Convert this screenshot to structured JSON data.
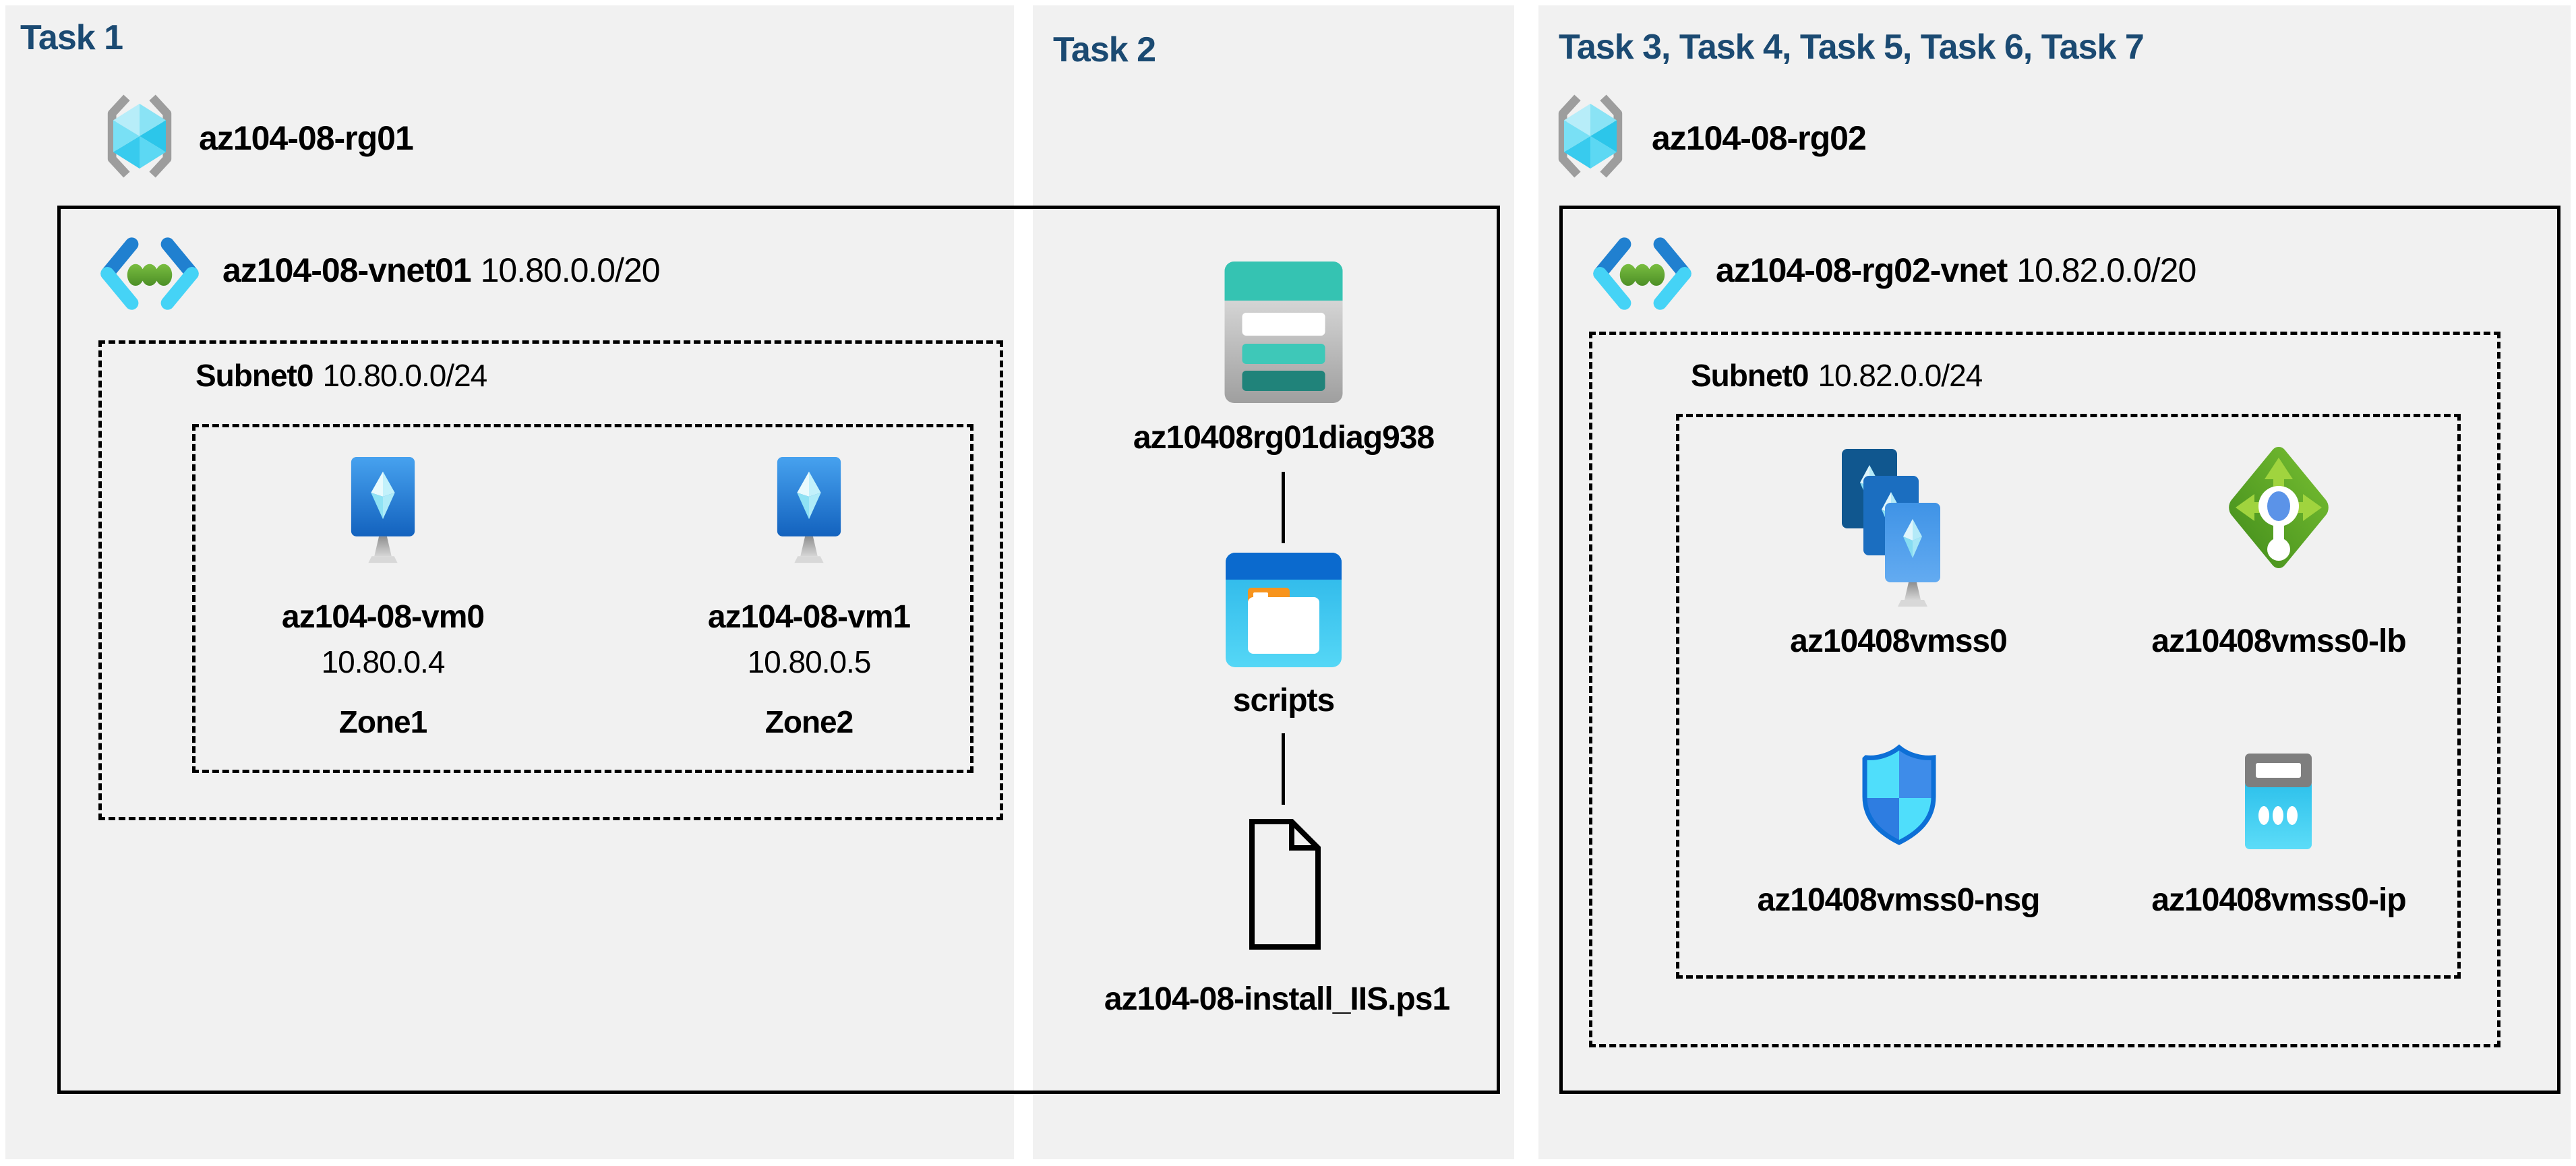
{
  "colors": {
    "header_blue": "#1b4a72",
    "column_bg": "#f1f1f1",
    "border_black": "#000000",
    "vnet_blue": "#2080d0",
    "vnet_cyan": "#45d3f6",
    "vnet_green": "#6ab137",
    "vm_blue_top": "#429bee",
    "vm_blue_bottom": "#1362be",
    "storage_teal": "#35c3b2",
    "container_blue": "#0b6ace",
    "container_cyan": "#2ab7ea",
    "folder_orange": "#f7941d",
    "lb_green": "#5aa423",
    "lb_arrow_green": "#a0d43e",
    "nsg_cyan": "#4fdefb",
    "nsg_blue": "#3e8ce9",
    "nsg_outline": "#0d6fd6",
    "ip_gray": "#7e7e7e",
    "ip_cyan": "#2cc0eb"
  },
  "tasks": {
    "task1": {
      "header": "Task 1",
      "resource_group": "az104-08-rg01",
      "vnet": {
        "name": "az104-08-vnet01",
        "cidr": "10.80.0.0/20"
      },
      "subnet": {
        "name": "Subnet0",
        "cidr": "10.80.0.0/24"
      },
      "vms": [
        {
          "name": "az104-08-vm0",
          "ip": "10.80.0.4",
          "zone": "Zone1"
        },
        {
          "name": "az104-08-vm1",
          "ip": "10.80.0.5",
          "zone": "Zone2"
        }
      ]
    },
    "task2": {
      "header": "Task 2",
      "storage_account": "az10408rg01diag938",
      "container": "scripts",
      "file": "az104-08-install_IIS.ps1"
    },
    "task3": {
      "header": "Task 3, Task 4, Task 5, Task 6, Task 7",
      "resource_group": "az104-08-rg02",
      "vnet": {
        "name": "az104-08-rg02-vnet",
        "cidr": "10.82.0.0/20"
      },
      "subnet": {
        "name": "Subnet0",
        "cidr": "10.82.0.0/24"
      },
      "resources": [
        {
          "name": "az10408vmss0",
          "type": "vm-scale-set"
        },
        {
          "name": "az10408vmss0-lb",
          "type": "load-balancer"
        },
        {
          "name": "az10408vmss0-nsg",
          "type": "network-security-group"
        },
        {
          "name": "az10408vmss0-ip",
          "type": "public-ip"
        }
      ]
    }
  }
}
